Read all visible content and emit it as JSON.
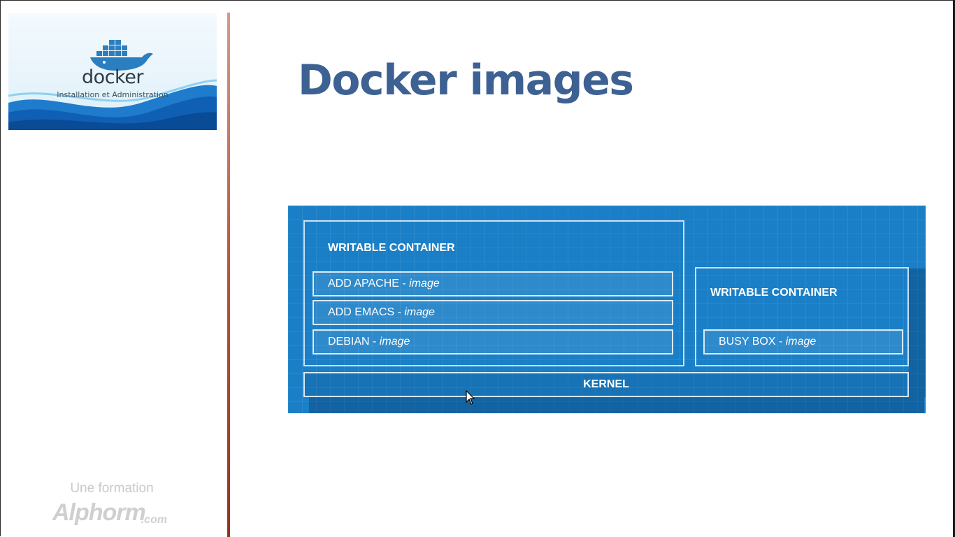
{
  "banner": {
    "logo_text": "docker",
    "subtitle": "Installation et Administration"
  },
  "slide": {
    "title": "Docker images"
  },
  "footer": {
    "tagline": "Une formation",
    "brand": "Alphorm",
    "brand_suffix": ".com"
  },
  "diagram": {
    "left_stack": {
      "container_label": "WRITABLE CONTAINER",
      "layers": [
        {
          "name": "ADD APACHE",
          "sep": " - ",
          "kind": "image"
        },
        {
          "name": "ADD EMACS",
          "sep": " - ",
          "kind": "image"
        },
        {
          "name": "DEBIAN",
          "sep": " - ",
          "kind": "image"
        }
      ]
    },
    "right_stack": {
      "container_label": "WRITABLE CONTAINER",
      "layers": [
        {
          "name": "BUSY BOX",
          "sep": " - ",
          "kind": "image"
        }
      ]
    },
    "kernel_label": "KERNEL"
  },
  "colors": {
    "title": "#3d6192",
    "diagram_bg": "#1a7fc6",
    "divider": "#b4553f"
  }
}
